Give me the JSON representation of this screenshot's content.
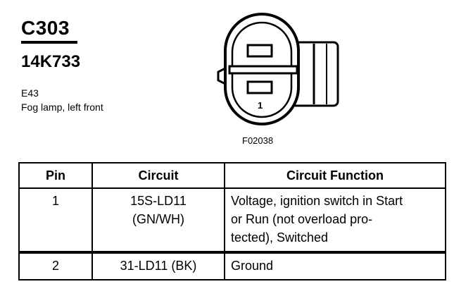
{
  "header": {
    "connector_id": "C303",
    "part_number": "14K733",
    "location_code": "E43",
    "description": "Fog lamp, left front"
  },
  "diagram": {
    "pin_label": "1",
    "figure_id": "F02038"
  },
  "table": {
    "headers": [
      "Pin",
      "Circuit",
      "Circuit Function"
    ],
    "rows": [
      {
        "pin": "1",
        "circuit_lines": [
          "15S-LD11",
          "(GN/WH)"
        ],
        "function_lines": [
          "Voltage, ignition switch in Start",
          "or Run (not overload pro-",
          "tected), Switched"
        ]
      },
      {
        "pin": "2",
        "circuit_lines": [
          "31-LD11 (BK)"
        ],
        "function_lines": [
          "Ground"
        ]
      }
    ]
  }
}
